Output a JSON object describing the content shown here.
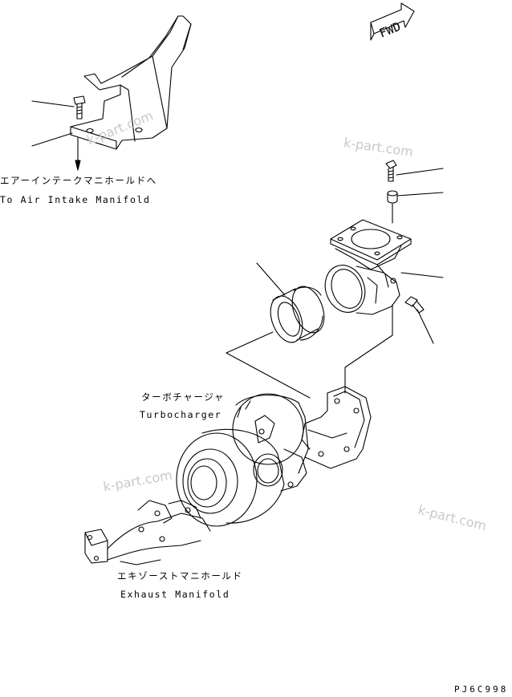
{
  "orientation": {
    "label": "FWD"
  },
  "labels": {
    "air_intake_jp": "エアーインテークマニホールドへ",
    "air_intake_en": "To Air Intake Manifold",
    "turbo_jp": "ターボチャージャ",
    "turbo_en": "Turbocharger",
    "exhaust_jp": "エキゾーストマニホールド",
    "exhaust_en": "Exhaust Manifold"
  },
  "watermark": "k-part.com",
  "drawing_code": "PJ6C998"
}
